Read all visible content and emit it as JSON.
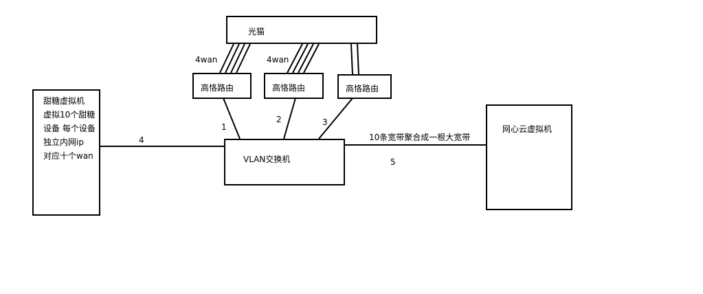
{
  "nodes": {
    "optical_modem": "光猫",
    "router_1": "高恪路由",
    "router_2": "高恪路由",
    "router_3": "高恪路由",
    "vlan_switch": "VLAN交换机",
    "tiantang_vm": {
      "lines": [
        "甜糖虚拟机",
        "虚拟10个甜糖",
        "设备 每个设备",
        "独立内网ip",
        "对应十个wan"
      ]
    },
    "wangxinyun_vm": "网心云虚拟机"
  },
  "edge_labels": {
    "wan_1": "4wan",
    "wan_2": "4wan",
    "link_1": "1",
    "link_2": "2",
    "link_3": "3",
    "link_4": "4",
    "link_5": "5",
    "aggregation_note": "10条宽带聚合成一根大宽带"
  }
}
